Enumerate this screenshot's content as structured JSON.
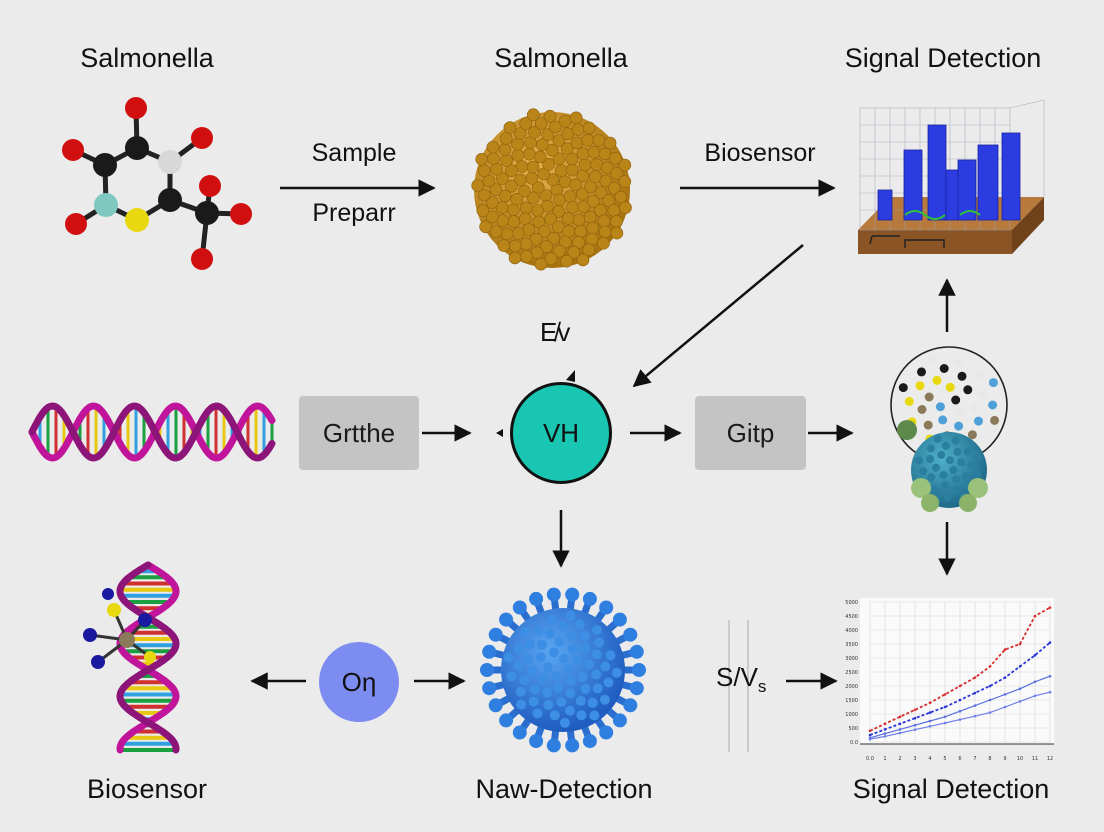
{
  "top": {
    "left_title": "Salmonella",
    "center_title": "Salmonella",
    "right_title": "Signal Detection",
    "step1_line1": "Sample",
    "step1_line2": "Preparr",
    "step2_label": "Biosensor"
  },
  "middle": {
    "box_left": "Grtthe",
    "hub_label": "VH",
    "hub_annotation": "E̸v",
    "box_right": "Gitp"
  },
  "bottom": {
    "left_title": "Biosensor",
    "center_title": "Naw‐Detection",
    "right_title": "Signal Detection",
    "node_label": "Oη",
    "sns_label": "S/V",
    "sns_sub": "s"
  },
  "colors": {
    "hub": "#19c6b2",
    "node": "#7d8cf0",
    "box": "#c4c4c4",
    "virus_blue": "#2a73d4",
    "cluster_gold": "#c9901f"
  },
  "chart_data": {
    "type": "line",
    "x": [
      0,
      1,
      2,
      3,
      4,
      5,
      6,
      7,
      8,
      9,
      10,
      11,
      12
    ],
    "x_tick_labels": [
      "0.0",
      "1",
      "2",
      "3",
      "4",
      "5",
      "6",
      "7",
      "8",
      "9",
      "10",
      "11",
      "12"
    ],
    "y_tick_labels": [
      "0.0",
      "500",
      "1000",
      "1500",
      "2000",
      "2500",
      "3000",
      "3500",
      "4000",
      "4500",
      "5000"
    ],
    "ylim": [
      0,
      5000
    ],
    "grid": true,
    "series": [
      {
        "color": "#d62f2f",
        "values": [
          400,
          650,
          900,
          1150,
          1400,
          1700,
          2000,
          2300,
          2700,
          3300,
          3500,
          4500,
          4800
        ]
      },
      {
        "color": "#2a35d8",
        "values": [
          250,
          450,
          650,
          850,
          1050,
          1250,
          1500,
          1750,
          2000,
          2300,
          2700,
          3100,
          3550
        ]
      },
      {
        "color": "#5a6fe0",
        "values": [
          150,
          300,
          450,
          600,
          750,
          900,
          1100,
          1300,
          1500,
          1700,
          1900,
          2150,
          2350
        ]
      },
      {
        "color": "#6f7fea",
        "values": [
          100,
          200,
          320,
          440,
          560,
          680,
          800,
          920,
          1050,
          1250,
          1450,
          1650,
          1780
        ]
      }
    ]
  }
}
